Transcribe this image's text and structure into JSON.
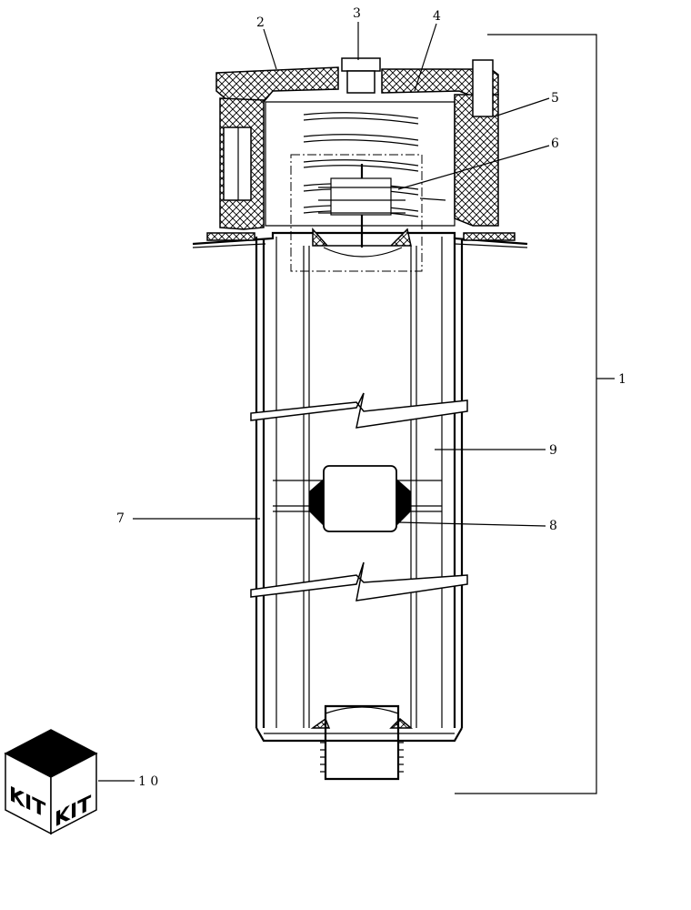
{
  "callouts": {
    "c1": "1",
    "c2": "2",
    "c3": "3",
    "c4": "4",
    "c5": "5",
    "c6": "6",
    "c7": "7",
    "c8": "8",
    "c9": "9",
    "c10": "1 0"
  },
  "kit": {
    "left_face": "KIT",
    "right_face": "KIT"
  }
}
